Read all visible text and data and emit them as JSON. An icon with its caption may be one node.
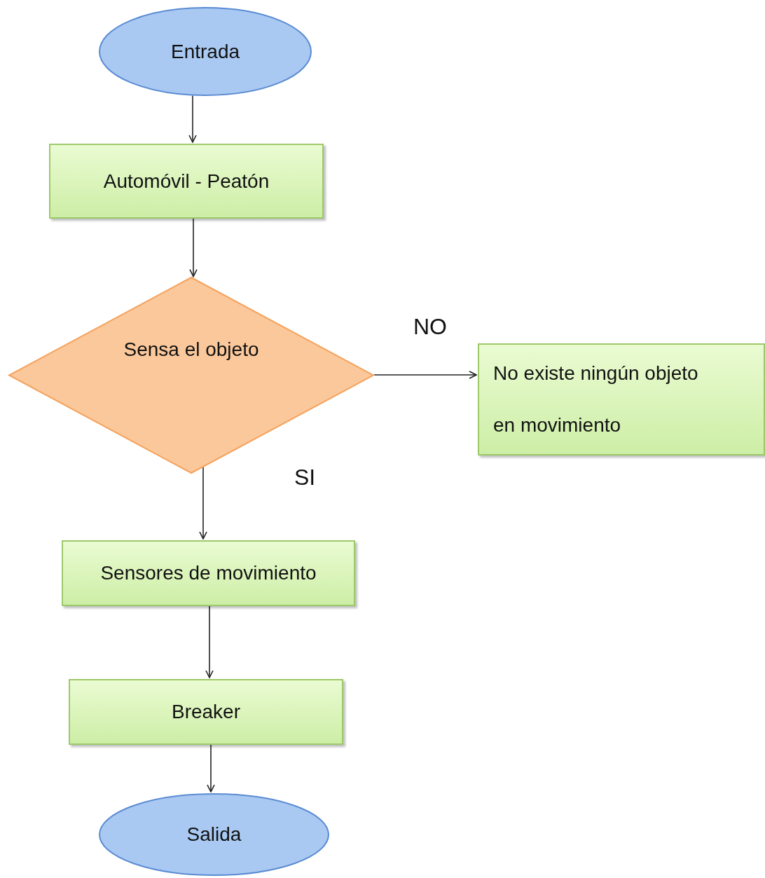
{
  "diagram": {
    "nodes": [
      {
        "text": [
          "Entrada"
        ]
      },
      {
        "text": [
          "Automóvil - Peatón"
        ]
      },
      {
        "text": [
          "Sensa el objeto"
        ]
      },
      {
        "text": [
          "No existe ningún objeto en movimiento"
        ]
      },
      {
        "text": [
          "Sensores de movimiento"
        ]
      },
      {
        "text": [
          "Breaker"
        ]
      },
      {
        "text": [
          "Salida"
        ]
      }
    ],
    "edges": [
      {
        "from": 0,
        "to": 1,
        "arrow": "to"
      },
      {
        "from": 1,
        "to": 2,
        "arrow": "to"
      },
      {
        "from": 2,
        "to": 3,
        "arrow": "to",
        "label": "NO"
      },
      {
        "from": 2,
        "to": 4,
        "arrow": "to",
        "label": "SI"
      },
      {
        "from": 4,
        "to": 5,
        "arrow": "to"
      },
      {
        "from": 5,
        "to": 6,
        "arrow": "to"
      }
    ]
  }
}
